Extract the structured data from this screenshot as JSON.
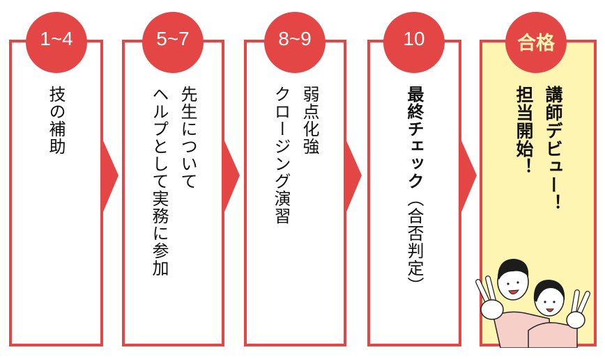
{
  "theme": {
    "accent": "#e44646",
    "final_bg": "#fff5b3",
    "text": "#111111"
  },
  "steps": [
    {
      "badge": "1~4",
      "lines": [
        "技の補助"
      ]
    },
    {
      "badge": "5~7",
      "lines": [
        "先生について",
        "ヘルプとして実務に参加"
      ]
    },
    {
      "badge": "8~9",
      "lines": [
        "弱点化強",
        "クロージング演習"
      ]
    },
    {
      "badge": "10",
      "lines": [
        "最終チェック",
        "（合否判定）"
      ]
    },
    {
      "badge": "合格",
      "lines": [
        "講師デビュー！",
        "担当開始！"
      ]
    }
  ],
  "illustration": {
    "icon": "two-people-peace-sign-illustration"
  },
  "arrows": [
    "arrow-right-icon",
    "arrow-right-icon",
    "arrow-right-icon",
    "arrow-right-icon"
  ]
}
